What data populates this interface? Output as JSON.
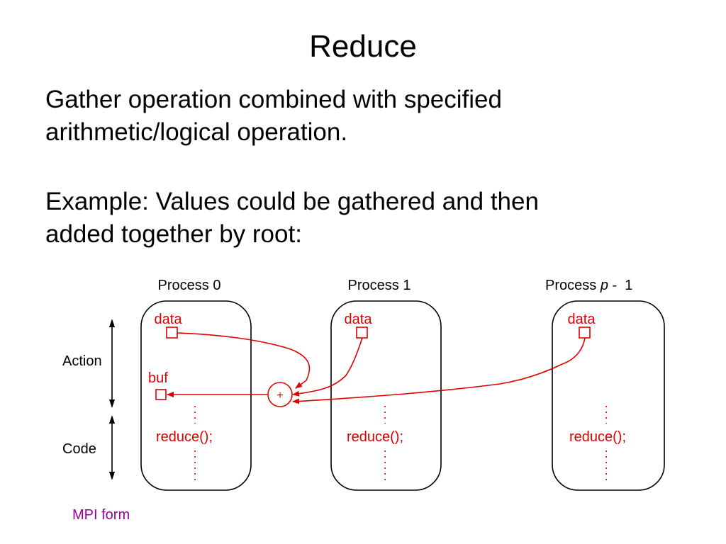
{
  "slide": {
    "title": "Reduce",
    "paragraph1": [
      "Gather operation combined with specified",
      "arithmetic/logical operation."
    ],
    "paragraph2": [
      "Example: Values could be gathered and then",
      "added together by root:"
    ]
  },
  "diagram": {
    "processes": [
      {
        "label": "Process 0",
        "data_label": "data",
        "code_label": "reduce();"
      },
      {
        "label": "Process 1",
        "data_label": "data",
        "code_label": "reduce();"
      },
      {
        "label_prefix": "Process ",
        "label_var": "p",
        "label_suffix": " -  1",
        "data_label": "data",
        "code_label": "reduce();"
      }
    ],
    "buf_label": "buf",
    "operator_symbol": "+",
    "side_labels": {
      "action": "Action",
      "code": "Code"
    },
    "footer_note": "MPI form",
    "colors": {
      "accent": "#dd0000",
      "footer": "#990099",
      "ink": "#000000"
    }
  }
}
